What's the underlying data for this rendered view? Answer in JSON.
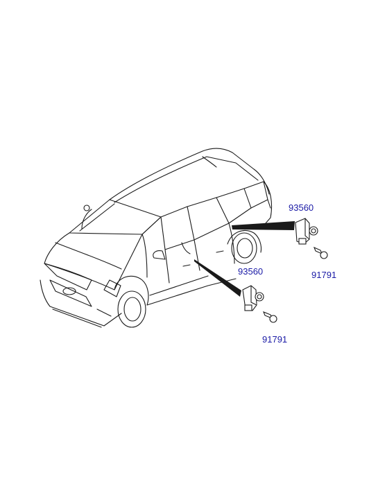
{
  "colors": {
    "callout_text": "#1a1aa6",
    "line": "#1a1a1a",
    "background": "#ffffff"
  },
  "callouts": {
    "rear_door_switch": "93560",
    "rear_door_screw": "91791",
    "front_door_switch": "93560",
    "front_door_screw": "91791"
  }
}
